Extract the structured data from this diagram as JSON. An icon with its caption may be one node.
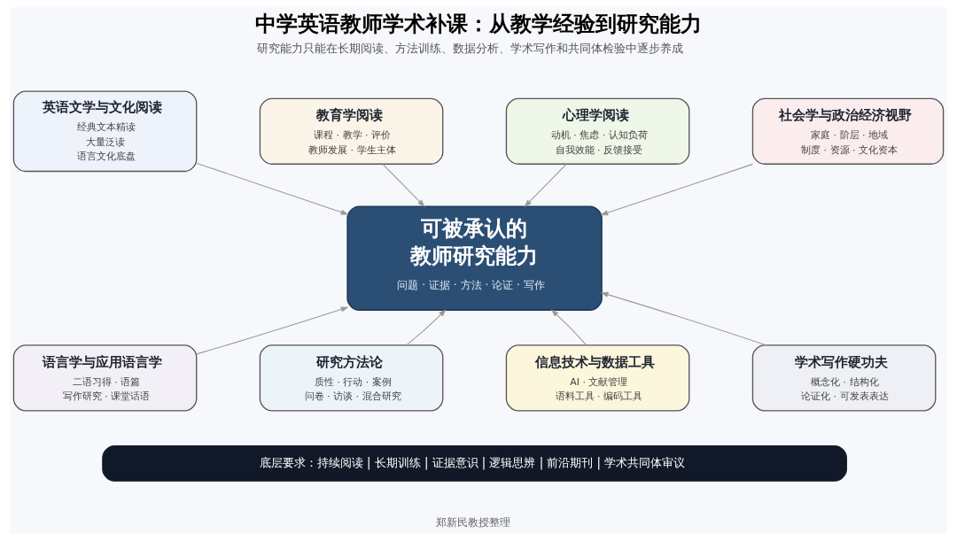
{
  "diagram": {
    "title": "中学英语教师学术补课：从教学经验到研究能力",
    "nodes": [
      {
        "text": [
          "英语文学与文化阅读",
          "经典文本精读",
          "大量泛读",
          "语言文化底盘"
        ]
      },
      {
        "text": [
          "教育学阅读",
          "课程 · 教学 · 评价",
          "教师发展 · 学生主体"
        ]
      },
      {
        "text": [
          "心理学阅读",
          "动机 · 焦虑 · 认知负荷",
          "自我效能 · 反馈接受"
        ]
      },
      {
        "text": [
          "社会学与政治经济视野",
          "家庭 · 阶层 · 地域",
          "制度 · 资源 · 文化资本"
        ]
      },
      {
        "text": [
          "可被承认的教师研究能力",
          "问题 · 证据 · 方法 · 论证 · 写作"
        ]
      },
      {
        "text": [
          "语言学与应用语言学",
          "二语习得 · 语篇",
          "写作研究 · 课堂话语"
        ]
      },
      {
        "text": [
          "研究方法论",
          "质性 · 行动 · 案例",
          "问卷 · 访谈 · 混合研究"
        ]
      },
      {
        "text": [
          "信息技术与数据工具",
          "AI · 文献管理",
          "语料工具 · 编码工具"
        ]
      },
      {
        "text": [
          "学术写作硬功夫",
          "概念化 · 结构化",
          "论证化 · 可发表表达"
        ]
      },
      {
        "text": [
          "底层要求：持续阅读 | 长期训练 | 证据意识 | 逻辑思辨 | 前沿期刊 | 学术共同体审议"
        ]
      }
    ],
    "edges": [
      {
        "from": 0,
        "to": 4,
        "arrow": "to"
      },
      {
        "from": 1,
        "to": 4,
        "arrow": "to"
      },
      {
        "from": 2,
        "to": 4,
        "arrow": "to"
      },
      {
        "from": 3,
        "to": 4,
        "arrow": "to"
      },
      {
        "from": 5,
        "to": 4,
        "arrow": "to"
      },
      {
        "from": 6,
        "to": 4,
        "arrow": "to"
      },
      {
        "from": 7,
        "to": 4,
        "arrow": "to"
      },
      {
        "from": 8,
        "to": 4,
        "arrow": "to"
      }
    ],
    "labels": [
      "研究能力只能在长期阅读、方法训练、数据分析、学术写作和共同体检验中逐步养成",
      "郑新民教授整理"
    ]
  }
}
